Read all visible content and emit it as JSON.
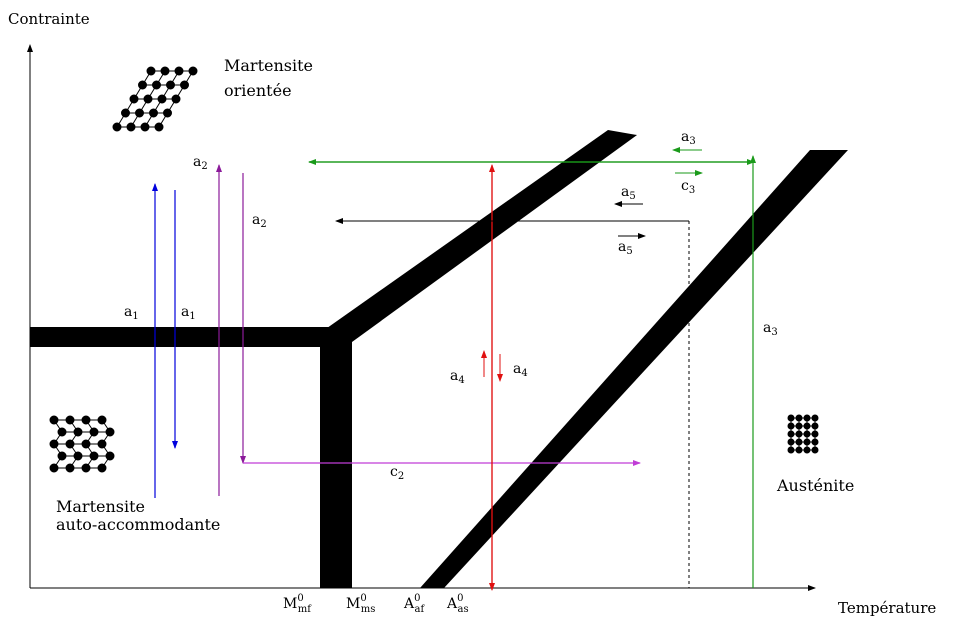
{
  "axes": {
    "y_title": "Contrainte",
    "x_title": "Température"
  },
  "regions": {
    "oriented_line1": "Martensite",
    "oriented_line2": "orientée",
    "selfacc_line1": "Martensite",
    "selfacc_line2": "auto-accommodante",
    "austenite": "Austénite"
  },
  "temperatures": [
    {
      "base": "M",
      "sup": "0",
      "sub": "mf"
    },
    {
      "base": "M",
      "sup": "0",
      "sub": "ms"
    },
    {
      "base": "A",
      "sup": "0",
      "sub": "af"
    },
    {
      "base": "A",
      "sup": "0",
      "sub": "as"
    }
  ],
  "paths": {
    "a1_left": {
      "letter": "a",
      "index": "1"
    },
    "a1_right": {
      "letter": "a",
      "index": "1"
    },
    "a2_top": {
      "letter": "a",
      "index": "2"
    },
    "a2_side": {
      "letter": "a",
      "index": "2"
    },
    "c2": {
      "letter": "c",
      "index": "2"
    },
    "a3_top": {
      "letter": "a",
      "index": "3"
    },
    "c3": {
      "letter": "c",
      "index": "3"
    },
    "a3_side": {
      "letter": "a",
      "index": "3"
    },
    "a4_left": {
      "letter": "a",
      "index": "4"
    },
    "a4_right": {
      "letter": "a",
      "index": "4"
    },
    "a5_top": {
      "letter": "a",
      "index": "5"
    },
    "a5_bottom": {
      "letter": "a",
      "index": "5"
    }
  },
  "colors": {
    "band": "#000000",
    "blue": "#0000dd",
    "purple": "#8b1a9a",
    "magenta": "#c03cd6",
    "green": "#1a9a1a",
    "red": "#e01010",
    "black": "#000000"
  }
}
